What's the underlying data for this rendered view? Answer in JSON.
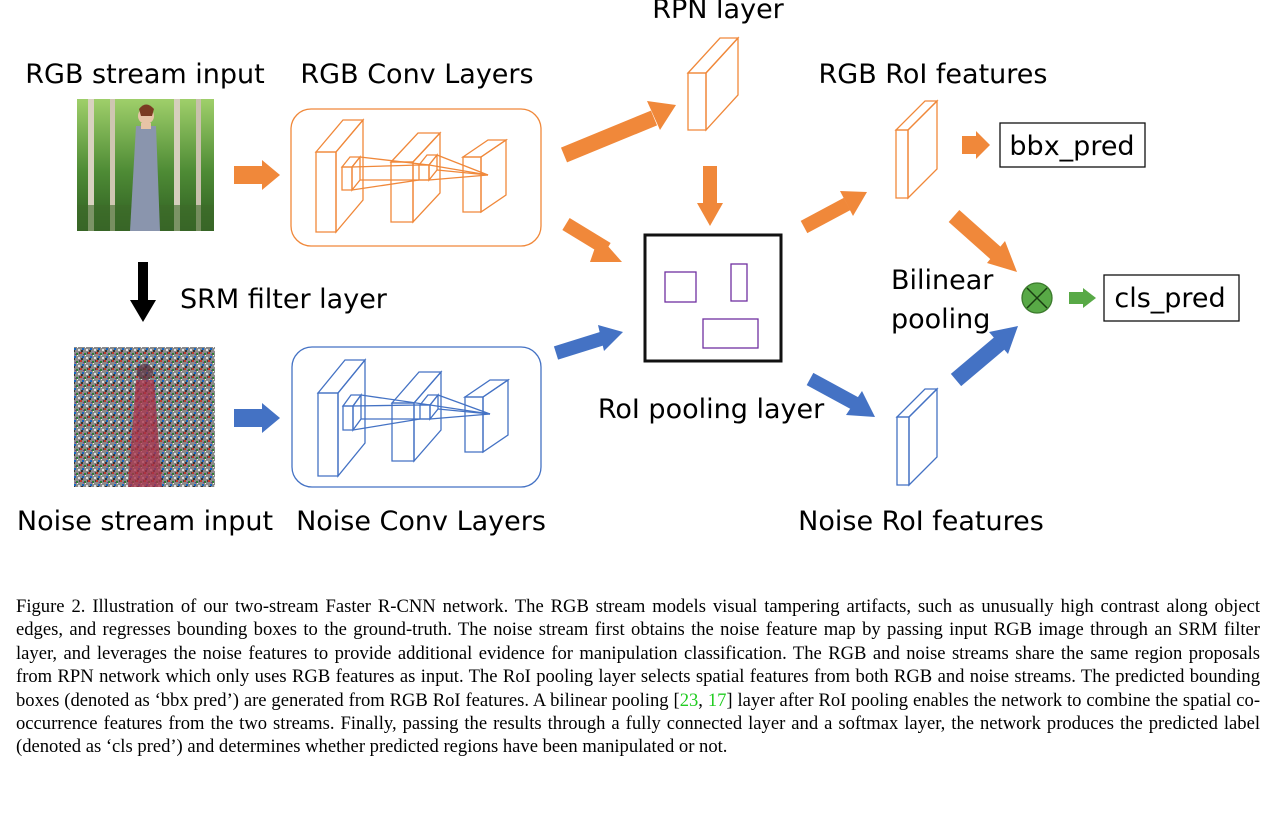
{
  "labels": {
    "rgb_input": "RGB stream input",
    "rgb_conv": "RGB Conv Layers",
    "rpn": "RPN layer",
    "rgb_roi": "RGB RoI features",
    "srm": "SRM filter layer",
    "bilinear_1": "Bilinear",
    "bilinear_2": "pooling",
    "roi_pool": "RoI pooling layer",
    "noise_input": "Noise stream input",
    "noise_conv": "Noise Conv Layers",
    "noise_roi": "Noise RoI features"
  },
  "outputs": {
    "bbx": "bbx_pred",
    "cls": "cls_pred"
  },
  "colors": {
    "rgb": "#f0883a",
    "noise": "#4472c4",
    "roi_box": "#7030a0",
    "bilinear_node": "#58a946"
  },
  "caption": {
    "part1": "Figure 2. Illustration of our two-stream Faster R-CNN network.  The RGB stream models visual tampering artifacts, such as unusually high contrast along object edges, and regresses bounding boxes to the ground-truth. The noise stream first obtains the noise feature map by passing input RGB image through an SRM filter layer, and leverages the noise features to provide additional evidence for manipulation classification.  The RGB and noise streams share the same region proposals from RPN network which only uses RGB features as input. The RoI pooling layer selects spatial features from both RGB and noise streams.  The predicted bounding boxes (denoted as ‘bbx pred’) are generated from RGB RoI features.  A bilinear pooling [",
    "ref1": "23",
    "sep": ", ",
    "ref2": "17",
    "part2": "] layer after RoI pooling enables the network to combine the spatial co-occurrence features from the two streams. Finally, passing the results through a fully connected layer and a softmax layer, the network produces the predicted label (denoted as ‘cls pred’) and determines whether predicted regions have been manipulated or not."
  }
}
